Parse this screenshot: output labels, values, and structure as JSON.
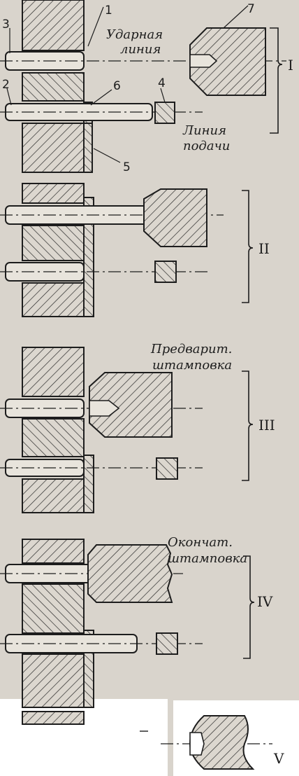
{
  "labels": {
    "n1": "1",
    "n2": "2",
    "n3": "3",
    "n4": "4",
    "n5": "5",
    "n6": "6",
    "n7": "7",
    "impact_line_1": "Ударная",
    "impact_line_2": "линия",
    "feed_line_1": "Линия",
    "feed_line_2": "подачи",
    "pre_stamp_1": "Предварит.",
    "pre_stamp_2": "штамповка",
    "final_stamp_1": "Окончат.",
    "final_stamp_2": "штамповка"
  },
  "stages": [
    "I",
    "II",
    "III",
    "IV",
    "V"
  ]
}
